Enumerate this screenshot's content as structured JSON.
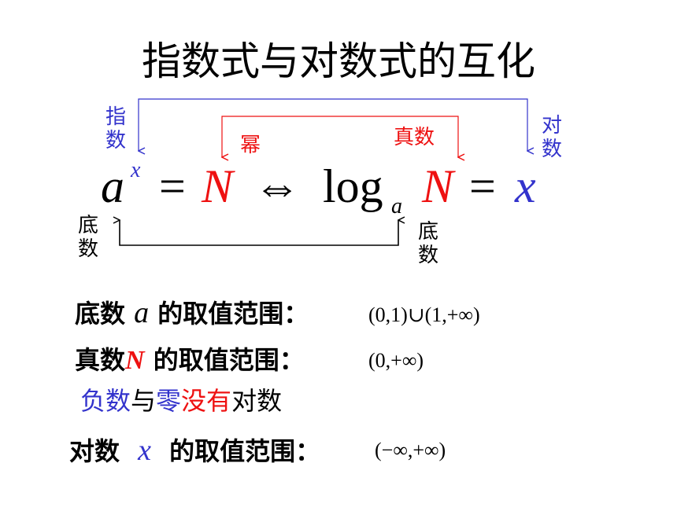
{
  "title": "指数式与对数式的互化",
  "labels": {
    "exponent": "指数",
    "logarithm": "对数",
    "power": "幂",
    "antilog": "真数",
    "base_left": "底数",
    "base_right": "底数"
  },
  "formula": {
    "base": "a",
    "exponent": "x",
    "equals1": "=",
    "power": "N",
    "iff": "⇔",
    "log": "log",
    "log_base": "a",
    "antilog": "N",
    "equals2": "=",
    "result": "x"
  },
  "ranges": {
    "base": {
      "prefix": "底数",
      "symbol": "a",
      "suffix": "的取值范围：",
      "value": "(0,1)∪(1,+∞)"
    },
    "antilog": {
      "prefix": "真数",
      "symbol": "N",
      "suffix": "的取值范围：",
      "value": "(0,+∞)"
    },
    "note": {
      "part1": "负数",
      "part2": "与",
      "part3": "零",
      "part4": "没有",
      "part5": "对数"
    },
    "logarithm": {
      "prefix": "对数",
      "symbol": "x",
      "suffix": "的取值范围：",
      "value": "(−∞,+∞)"
    }
  },
  "colors": {
    "blue": "#3333cc",
    "red": "#ee1111"
  }
}
